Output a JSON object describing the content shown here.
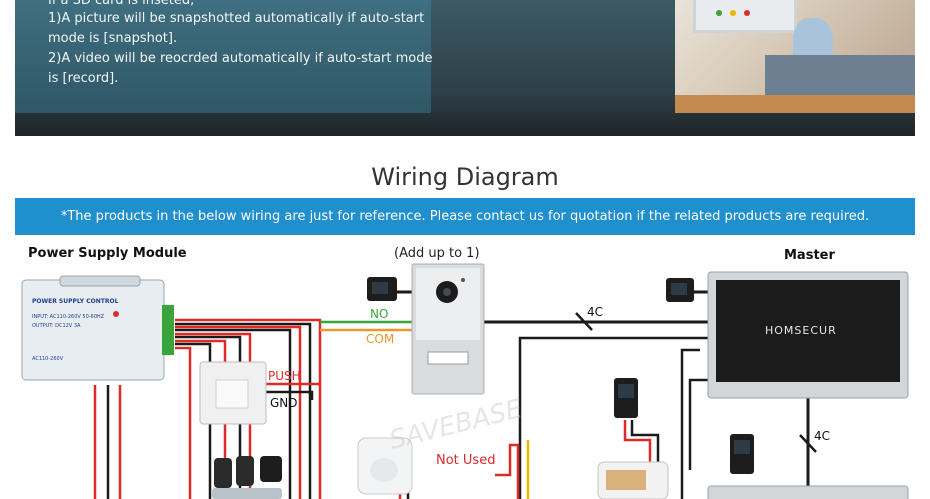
{
  "top_section": {
    "line0": "If a SD card is inseted,",
    "line1": "1)A picture will be snapshotted automatically if auto-start",
    "line2": "mode is [snapshot].",
    "line3": "2)A video will be reocrded automatically if auto-start mode",
    "line4": "is [record]."
  },
  "heading": "Wiring Diagram",
  "notice": "*The products in the below wiring are just for reference. Please contact us for quotation if the related products are required.",
  "labels": {
    "power_supply": "Power Supply Module",
    "add_up": "(Add up to 1)",
    "master": "Master",
    "no": "NO",
    "com": "COM",
    "push": "PUSH",
    "gnd": "GND",
    "not_used": "Not Used",
    "cable_4c_top": "4C",
    "cable_4c_right": "4C",
    "brand": "HOMSECUR",
    "psu_title": "POWER SUPPLY CONTROL",
    "psu_input": "INPUT: AC110-260V 50-60HZ",
    "psu_output": "OUTPUT: DC12V 3A",
    "psu_ac": "AC110-260V",
    "watermark": "SAVEBASE"
  },
  "colors": {
    "red": "#e02a2a",
    "black": "#1a1a1a",
    "green": "#3aa43a",
    "orange": "#e79a2a",
    "yellow": "#e6b800",
    "accent": "#1f8fce"
  }
}
